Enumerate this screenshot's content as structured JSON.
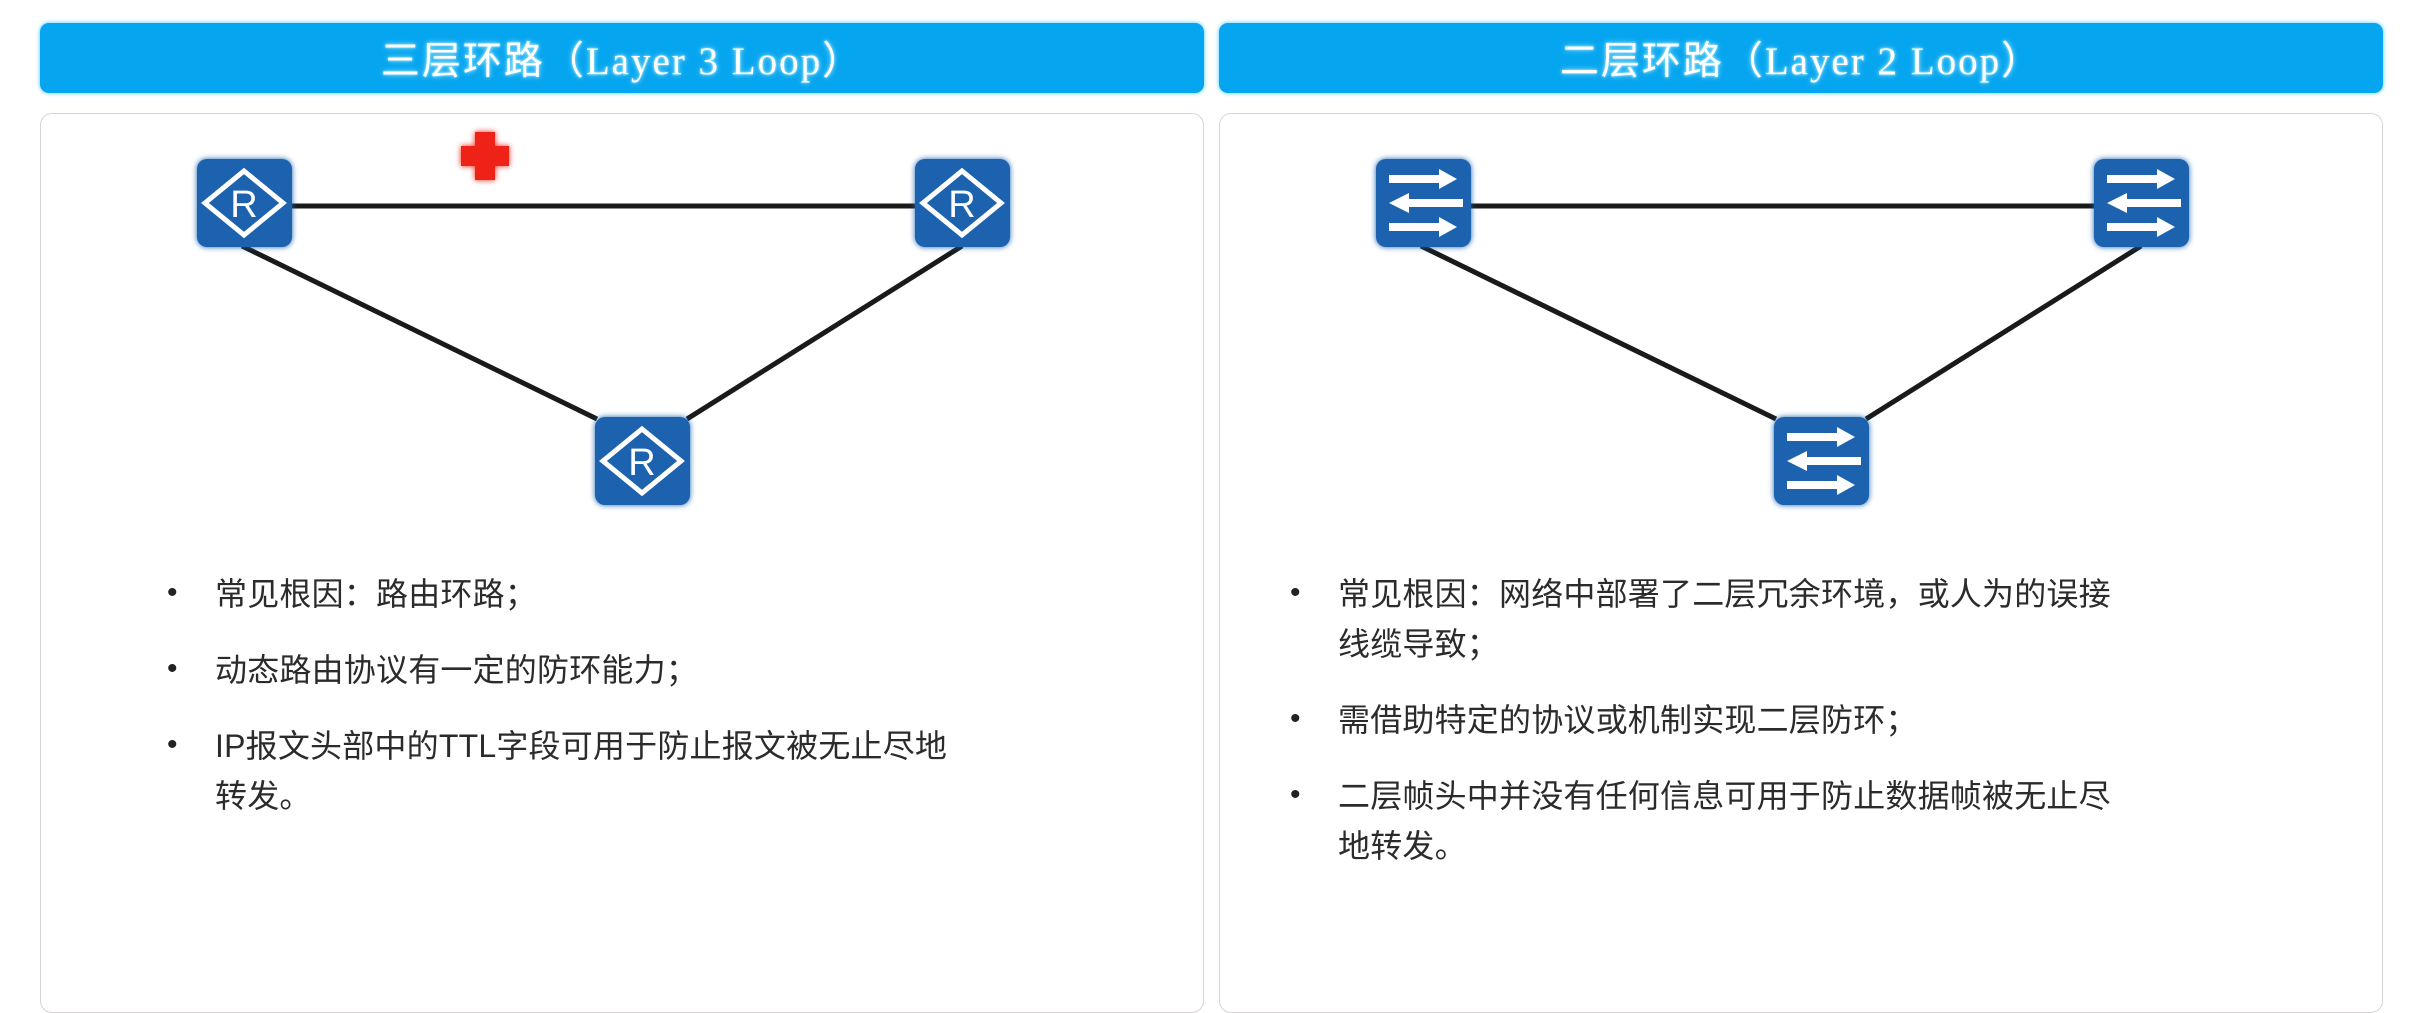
{
  "theme": {
    "header_blue": "#06a5ef",
    "node_blue": "#1b62ae",
    "marker_red": "#ee2418",
    "link_black": "#1a1a1a",
    "card_border": "#d6d4d4",
    "text_color": "#2b2b2b"
  },
  "panels": [
    {
      "id": "layer3",
      "title": "三层环路（Layer 3 Loop）",
      "diagram": {
        "type": "network-topology",
        "shape": "triangle",
        "device_icon": "router-icon",
        "device_glyph": "R",
        "nodes": [
          {
            "name": "router-top-left",
            "label": "R"
          },
          {
            "name": "router-top-right",
            "label": "R"
          },
          {
            "name": "router-bottom",
            "label": "R"
          }
        ],
        "links": [
          {
            "from": "router-top-left",
            "to": "router-top-right"
          },
          {
            "from": "router-top-left",
            "to": "router-bottom"
          },
          {
            "from": "router-top-right",
            "to": "router-bottom"
          }
        ],
        "markers": [
          {
            "name": "red-cross-marker",
            "shape": "plus",
            "color": "#ee2418"
          }
        ]
      },
      "bullet_char": "•",
      "bullets": [
        "常见根因：路由环路；",
        "动态路由协议有一定的防环能力；",
        "IP报文头部中的TTL字段可用于防止报文被无止尽地转发。"
      ]
    },
    {
      "id": "layer2",
      "title": "二层环路（Layer 2 Loop）",
      "diagram": {
        "type": "network-topology",
        "shape": "triangle",
        "device_icon": "switch-icon",
        "device_glyph": "⇄",
        "nodes": [
          {
            "name": "switch-top-left",
            "label": "⇄"
          },
          {
            "name": "switch-top-right",
            "label": "⇄"
          },
          {
            "name": "switch-bottom",
            "label": "⇄"
          }
        ],
        "links": [
          {
            "from": "switch-top-left",
            "to": "switch-top-right"
          },
          {
            "from": "switch-top-left",
            "to": "switch-bottom"
          },
          {
            "from": "switch-top-right",
            "to": "switch-bottom"
          }
        ],
        "markers": []
      },
      "bullet_char": "•",
      "bullets": [
        "常见根因：网络中部署了二层冗余环境，或人为的误接线缆导致；",
        "需借助特定的协议或机制实现二层防环；",
        "二层帧头中并没有任何信息可用于防止数据帧被无止尽地转发。"
      ]
    }
  ]
}
